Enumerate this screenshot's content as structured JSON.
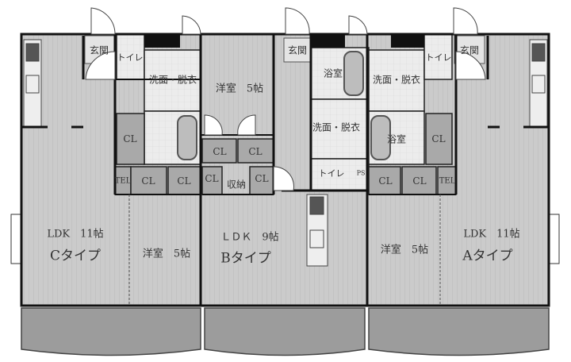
{
  "units": [
    {
      "type_label": "Cタイプ",
      "ldk": "LDK　11帖",
      "room": "洋室　5帖",
      "entrance": "玄関",
      "toilet": "トイレ",
      "washroom": "洗面・脱衣",
      "tel": "TEL",
      "closets": [
        "CL",
        "CL",
        "CL"
      ]
    },
    {
      "type_label": "Bタイプ",
      "ldk": "ＬＤＫ　9帖",
      "room": "洋室　5帖",
      "entrance": "玄関",
      "toilet": "トイレ",
      "ps": "PS",
      "washroom": "洗面・脱衣",
      "bath": "浴室",
      "storage": "収納",
      "closets": [
        "CL",
        "CL",
        "CL",
        "CL"
      ]
    },
    {
      "type_label": "Aタイプ",
      "ldk": "LDK　11帖",
      "room": "洋室　5帖",
      "entrance": "玄関",
      "toilet": "トイレ",
      "washroom": "洗面・脱衣",
      "bath": "浴室",
      "tel": "TEL",
      "closets": [
        "CL",
        "CL",
        "CL"
      ]
    }
  ],
  "colors": {
    "floor": "#c9c9c9",
    "closet": "#a9a9a9",
    "wet_area": "#e6e6e6",
    "wall": "#111111",
    "balcony": "#9a9a9a"
  }
}
